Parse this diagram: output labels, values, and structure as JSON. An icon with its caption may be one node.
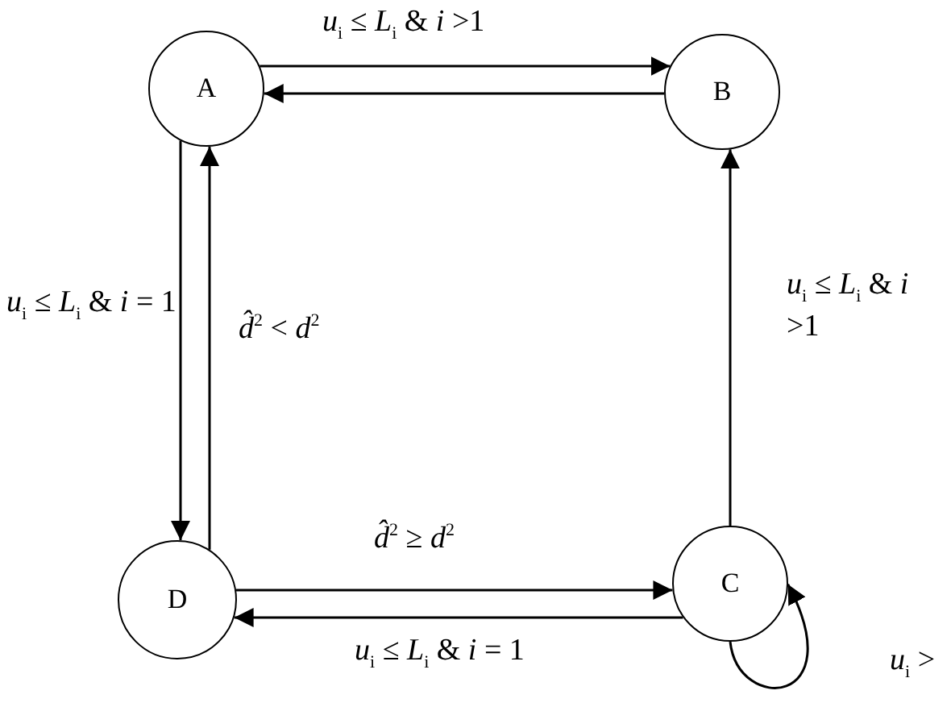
{
  "diagram": {
    "nodes": [
      {
        "text": [
          "A"
        ]
      },
      {
        "text": [
          "B"
        ]
      },
      {
        "text": [
          "C"
        ]
      },
      {
        "text": [
          "D"
        ]
      }
    ],
    "edges": [
      {
        "from": 0,
        "to": 1,
        "arrow": "to",
        "label": "*u*$_{i}$ ≤ *L*$_{i}$ & *i* >1"
      },
      {
        "from": 1,
        "to": 0,
        "arrow": "to"
      },
      {
        "from": 0,
        "to": 3,
        "arrow": "to",
        "label": "*u*$_{i}$ ≤ *L*$_{i}$ & *i* = 1"
      },
      {
        "from": 3,
        "to": 0,
        "arrow": "to",
        "label": "*d̂*$^{2}$ < *d*$^{2}$"
      },
      {
        "from": 2,
        "to": 1,
        "arrow": "to",
        "label": "*u*$_{i}$ ≤ *L*$_{i}$ & *i* >1"
      },
      {
        "from": 3,
        "to": 2,
        "arrow": "to",
        "label": "*d̂*$^{2}$ ≥ *d*$^{2}$"
      },
      {
        "from": 2,
        "to": 3,
        "arrow": "to",
        "label": "*u*$_{i}$ ≤ *L*$_{i}$ & *i* = 1"
      },
      {
        "from": 2,
        "to": 2,
        "arrow": "to",
        "label": "*u*$_{i}$ >"
      }
    ]
  }
}
